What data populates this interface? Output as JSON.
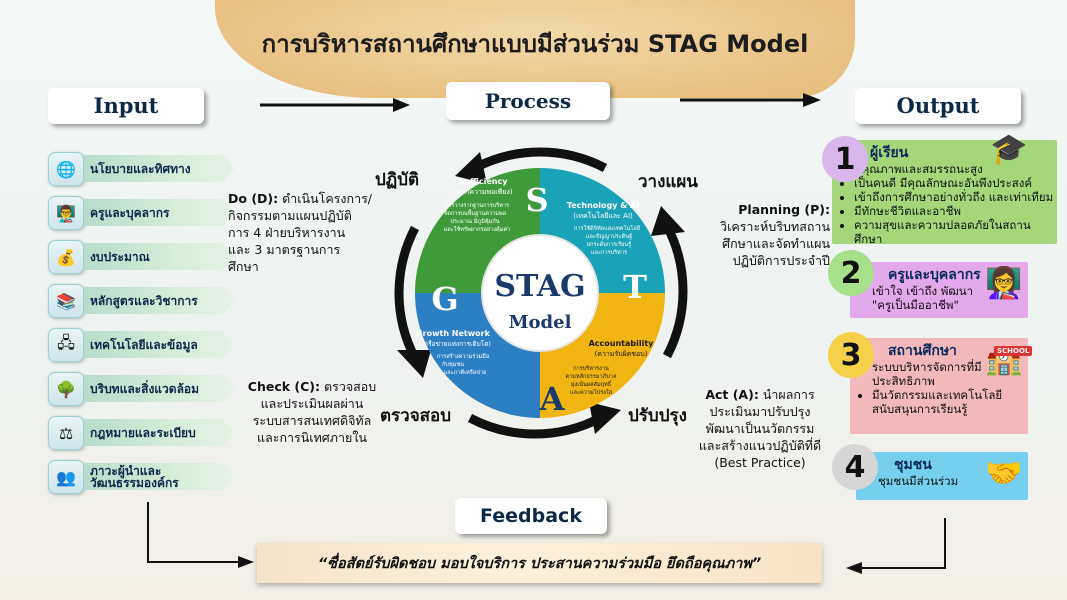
{
  "title": "การบริหารสถานศึกษาแบบมีส่วนร่วม STAG Model",
  "headers": {
    "input": "Input",
    "process": "Process",
    "output": "Output",
    "feedback": "Feedback"
  },
  "inputs": [
    {
      "label": "นโยบายและทิศทาง",
      "icon": "globe-document-icon"
    },
    {
      "label": "ครูและบุคลากร",
      "icon": "teacher-icon"
    },
    {
      "label": "งบประมาณ",
      "icon": "coins-icon"
    },
    {
      "label": "หลักสูตรและวิชาการ",
      "icon": "books-icon"
    },
    {
      "label": "เทคโนโลยีและข้อมูล",
      "icon": "tech-network-icon"
    },
    {
      "label": "บริบทและสิ่งแวดล้อม",
      "icon": "environment-icon"
    },
    {
      "label": "กฎหมายและระเบียบ",
      "icon": "gavel-icon"
    },
    {
      "label": "ภาวะผู้นำและ\nวัฒนธรรมองค์กร",
      "icon": "leadership-icon"
    }
  ],
  "phases": {
    "do": "ปฏิบัติ",
    "plan": "วางแผน",
    "check": "ตรวจสอบ",
    "act": "ปรับปรุง"
  },
  "pdca": {
    "do_title": "Do (D):",
    "do_text": "ดำเนินโครงการ/กิจกรรมตามแผนปฏิบัติการ 4 ฝ่ายบริหารงาน และ 3 มาตรฐานการศึกษา",
    "do_lines": [
      "ดำเนินโครงการ/",
      "กิจกรรมตามแผนปฏิบัติ",
      "การ 4 ฝ่ายบริหารงาน",
      "และ 3 มาตรฐานการ",
      "ศึกษา"
    ],
    "plan_title": "Planning (P):",
    "plan_lines": [
      "วิเคราะห์บริบทสถาน",
      "ศึกษาและจัดทำแผน",
      "ปฏิบัติการประจำปี"
    ],
    "check_title": "Check (C):",
    "check_lines": [
      "ตรวจสอบ",
      "และประเมินผลผ่าน",
      "ระบบสารสนเทศดิจิทัล",
      "และการนิเทศภายใน"
    ],
    "act_title": "Act (A):",
    "act_lines": [
      "นำผลการ",
      "ประเมินมาปรับปรุง",
      "พัฒนาเป็นนวัตกรรม",
      "และสร้างแนวปฏิบัติที่ดี",
      "(Best Practice)"
    ]
  },
  "cycle": {
    "center_main": "STAG",
    "center_sub": "Model",
    "segments": [
      {
        "letter": "S",
        "title": "Sufficiency",
        "subtitle": "(หลักความพอเพียง)",
        "lines": [
          "การวางรากฐานการบริหาร",
          "จัดการบนพื้นฐานความพอ",
          "ประมาณ มีภูมิคุ้มกัน",
          "และใช้ทรัพยากรอย่างคุ้มค่า"
        ],
        "color": "#3f9b3a"
      },
      {
        "letter": "T",
        "title": "Technology & AI",
        "subtitle": "(เทคโนโลยีและ AI)",
        "lines": [
          "การใช้ดิจิทัลและเทคโนโลยี",
          "และปัญญาประดิษฐ์",
          "ยกระดับการเรียนรู้",
          "และการบริหาร"
        ],
        "color": "#1aa3b8"
      },
      {
        "letter": "A",
        "title": "Accountability",
        "subtitle": "(ความรับผิดชอบ)",
        "lines": [
          "การบริหารงาน",
          "ตามหลักธรรมาภิบาล",
          "มุ่งเน้นผลสัมฤทธิ์",
          "และความโปร่งใส"
        ],
        "color": "#f1b512"
      },
      {
        "letter": "G",
        "title": "Growth Network",
        "subtitle": "(เครือข่ายแห่งการเติบโต)",
        "lines": [
          "การสร้างความร่วมมือ",
          "กับชุมชน",
          "และภาคีเครือข่าย"
        ],
        "color": "#2b7fc2"
      }
    ]
  },
  "outputs": [
    {
      "number": "1",
      "heading": "ผู้เรียน",
      "items": [
        "มีคุณภาพและสมรรถนะสูง",
        "เป็นคนดี มีคุณลักษณะอันพึงประสงค์",
        "เข้าถึงการศึกษาอย่างทั่วถึง และเท่าเทียม",
        "มีทักษะชีวิตและอาชีพ",
        "ความสุขและความปลอดภัยในสถานศึกษา"
      ],
      "color": "#a3d77a",
      "circle": "#d8b8ec",
      "icon": "graduate-icon"
    },
    {
      "number": "2",
      "heading": "ครูและบุคลากร",
      "items": [
        "เข้าใจ เข้าถึง พัฒนา\n\"ครูเป็นมืออาชีพ\""
      ],
      "color": "#e4a8ec",
      "circle": "#a7e08a",
      "icon": "teacher-board-icon"
    },
    {
      "number": "3",
      "heading": "สถานศึกษา",
      "items": [
        "ระบบบริหารจัดการที่มีประสิทธิภาพ",
        "มีนวัตกรรมและเทคโนโลยีสนับสนุนการเรียนรู้"
      ],
      "color": "#f2b8bc",
      "circle": "#f7d04a",
      "icon": "school-icon",
      "badge": "SCHOOL"
    },
    {
      "number": "4",
      "heading": "ชุมชน",
      "items": [
        "ชุมชนมีส่วนร่วม"
      ],
      "color": "#76cfee",
      "circle": "#d6d6d6",
      "icon": "community-hands-icon"
    }
  ],
  "feedback_quote": "“ซื่อสัตย์รับผิดชอบ มอบใจบริการ ประสานความร่วมมือ ยึดถือคุณภาพ”"
}
